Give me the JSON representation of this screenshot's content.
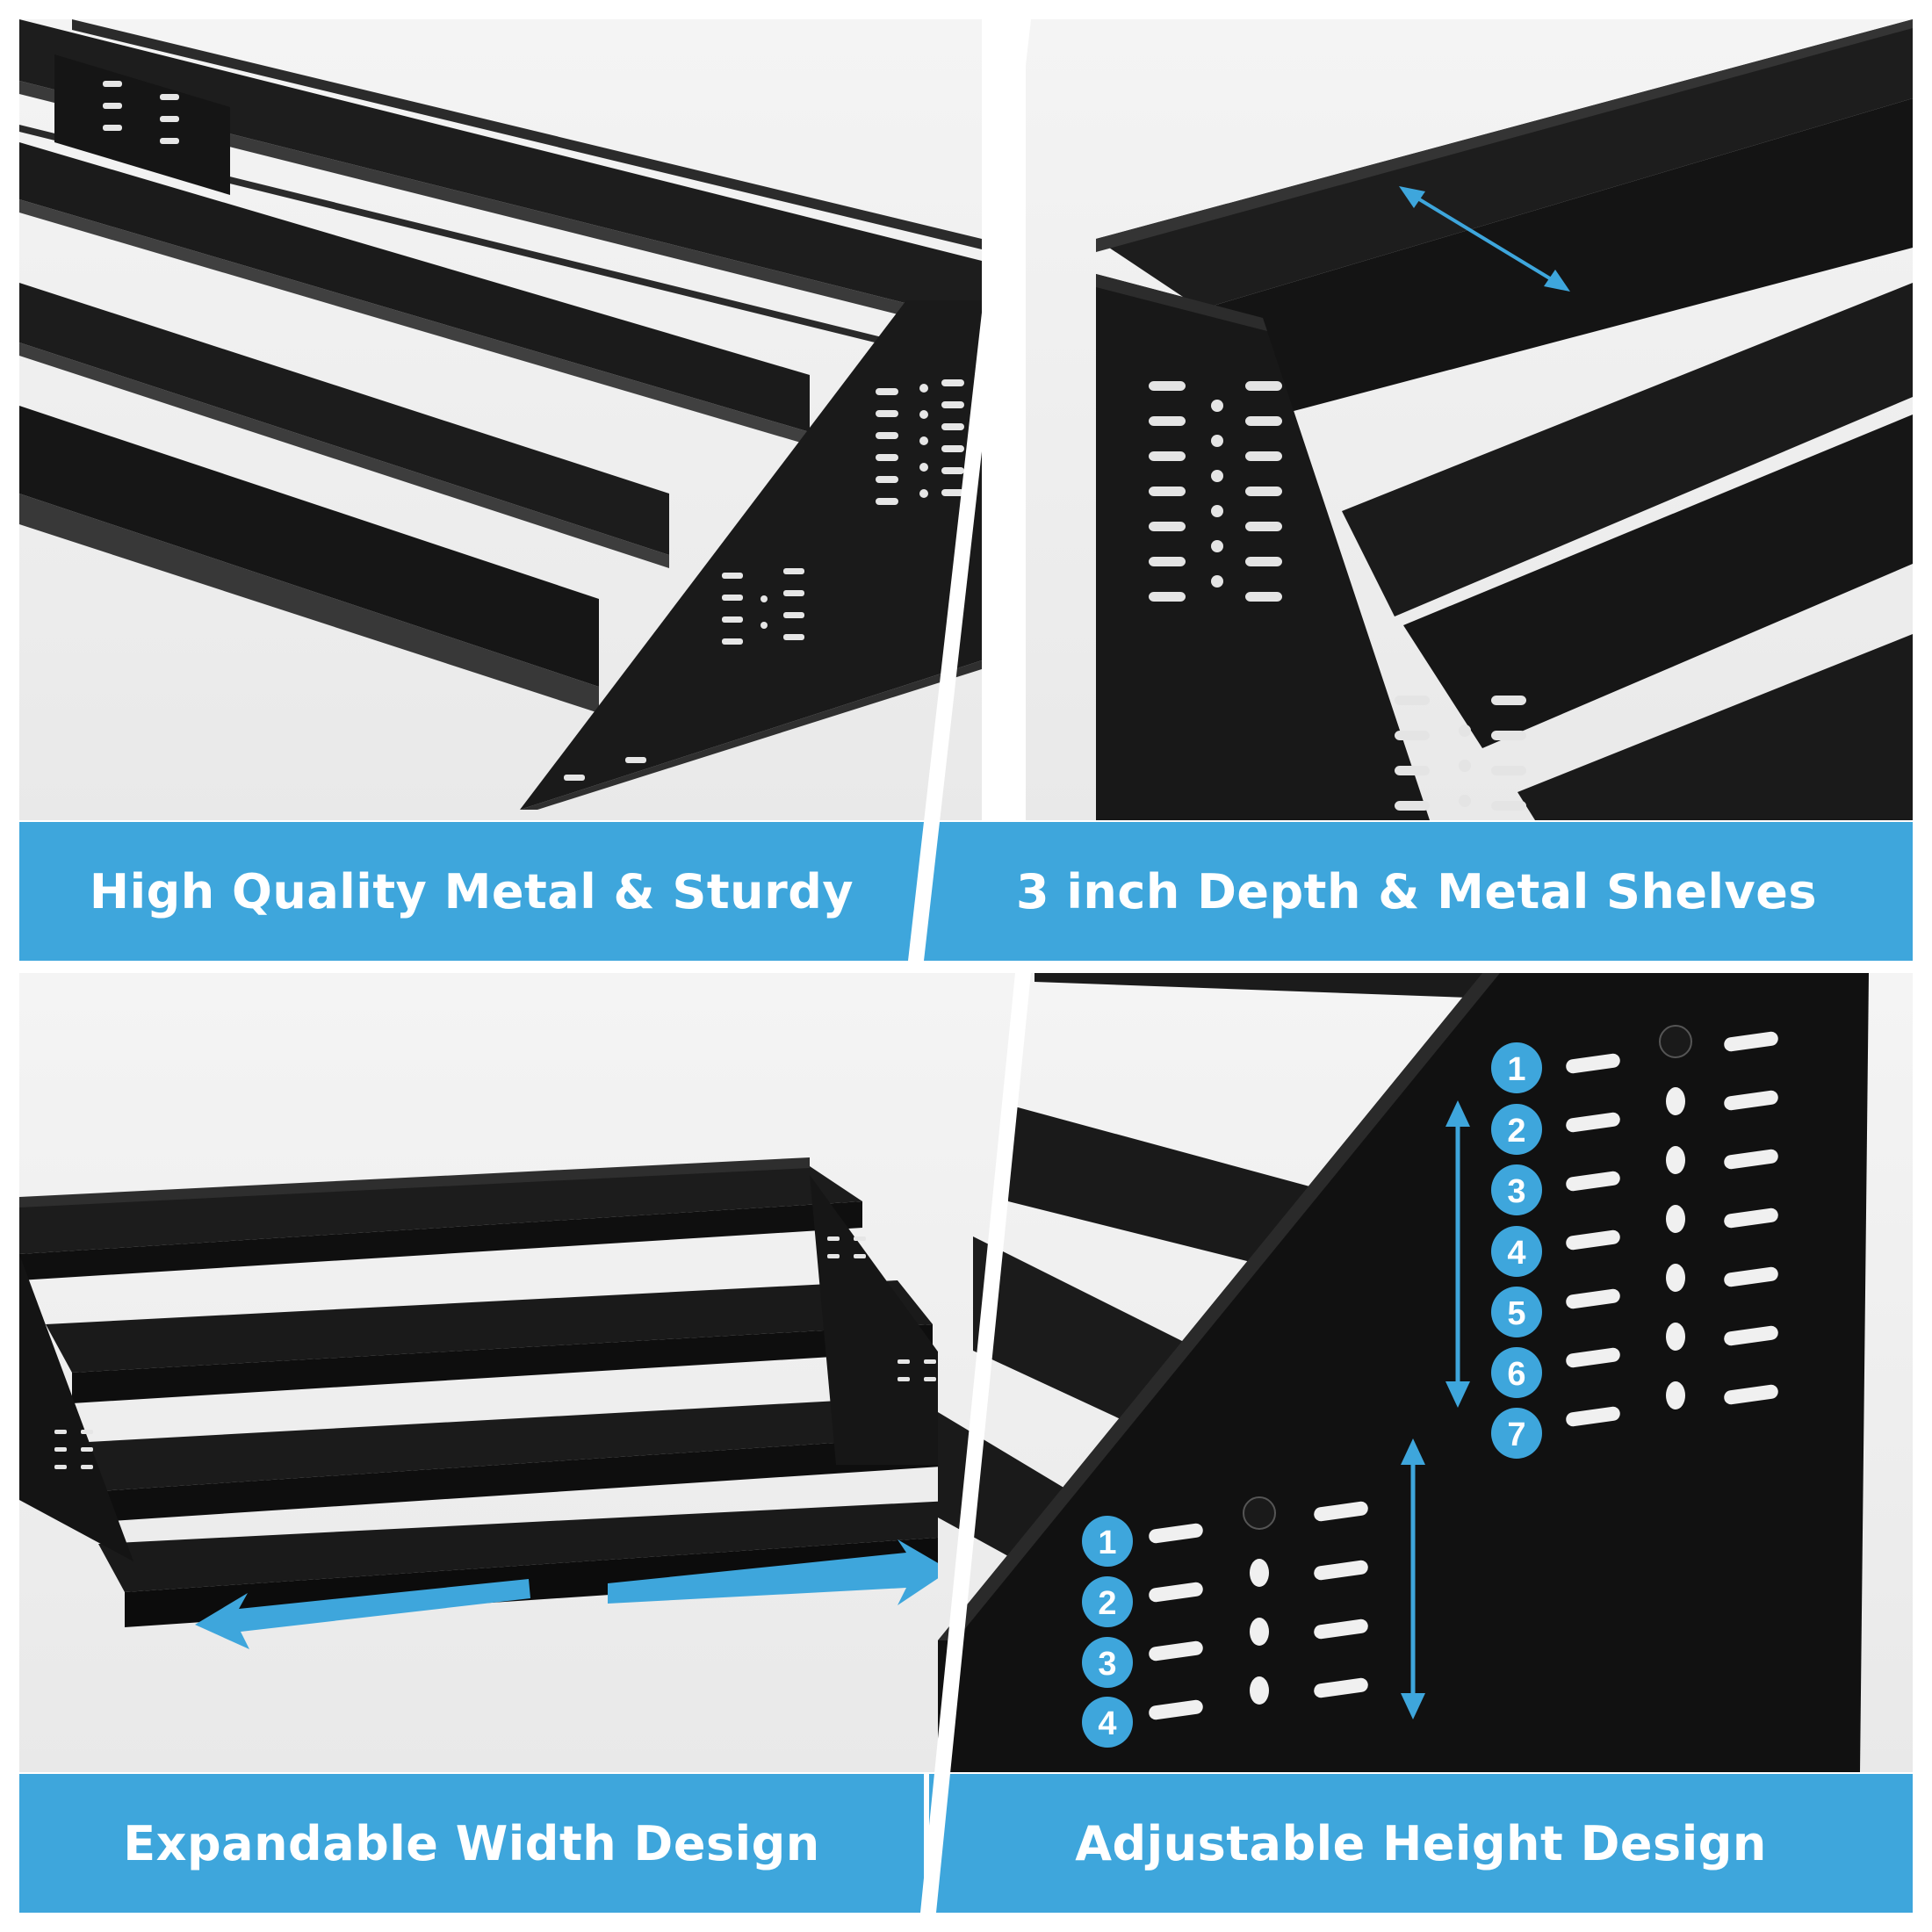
{
  "panels": [
    {
      "caption": "High Quality Metal & Sturdy"
    },
    {
      "caption": "3 inch Depth & Metal Shelves"
    },
    {
      "caption": "Expandable Width Design"
    },
    {
      "caption": "Adjustable Height Design"
    }
  ],
  "height_markers": {
    "upper": [
      "1",
      "2",
      "3",
      "4",
      "5",
      "6",
      "7"
    ],
    "lower": [
      "1",
      "2",
      "3",
      "4"
    ]
  },
  "colors": {
    "accent": "#3ea6dc",
    "metal": "#1b1b1b",
    "background": "#eeeeee"
  }
}
